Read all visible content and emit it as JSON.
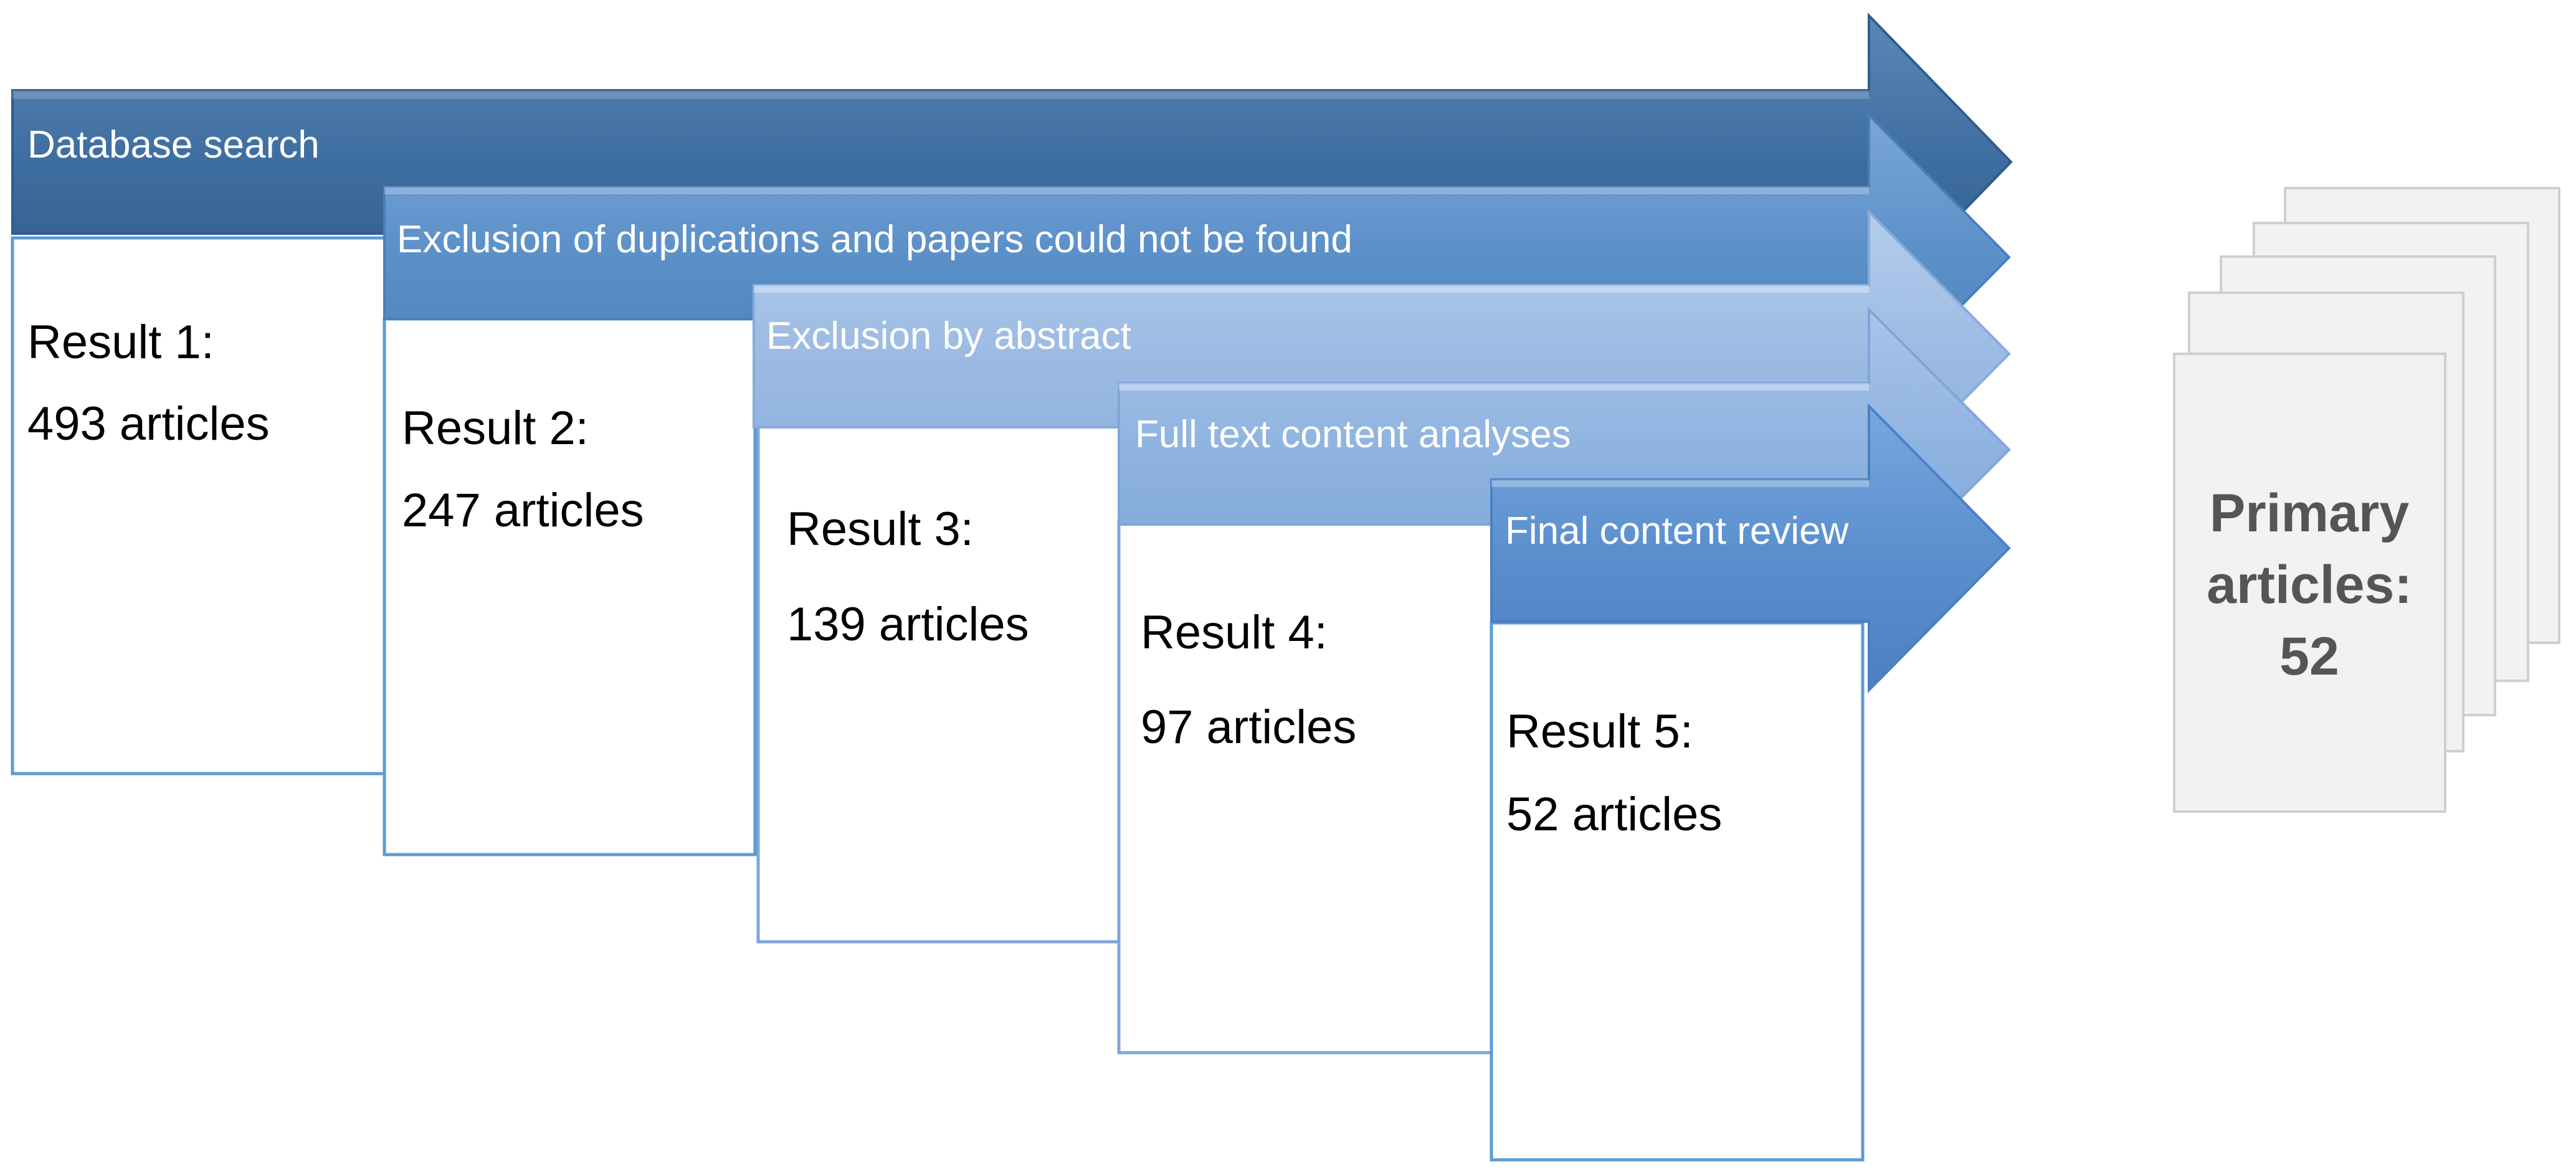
{
  "stages": [
    {
      "title": "Database search",
      "result_label": "Result 1:",
      "result_value": "493 articles",
      "arrow_color": "#3f6fa0",
      "arrow_color_light": "#5d8dc1"
    },
    {
      "title": "Exclusion of duplications and papers could not be found",
      "result_label": "Result 2:",
      "result_value": "247 articles",
      "arrow_color": "#5b8fc8",
      "arrow_color_light": "#79a8da"
    },
    {
      "title": "Exclusion by abstract",
      "result_label": "Result 3:",
      "result_value": "139 articles",
      "arrow_color": "#9cbbe3",
      "arrow_color_light": "#b3ccec"
    },
    {
      "title": "Full text content analyses",
      "result_label": "Result 4:",
      "result_value": "97 articles",
      "arrow_color": "#8fb3e0",
      "arrow_color_light": "#a9c5ea"
    },
    {
      "title": "Final content review",
      "result_label": "Result 5:",
      "result_value": "52 articles",
      "arrow_color": "#5b90cf",
      "arrow_color_light": "#77a6dc"
    }
  ],
  "primary": {
    "line1": "Primary",
    "line2": "articles:",
    "line3": "52"
  },
  "colors": {
    "box_border": "#5b9bd5",
    "stack_fill": "#f2f2f2",
    "stack_border": "#cfcfcf",
    "primary_text": "#555555"
  }
}
